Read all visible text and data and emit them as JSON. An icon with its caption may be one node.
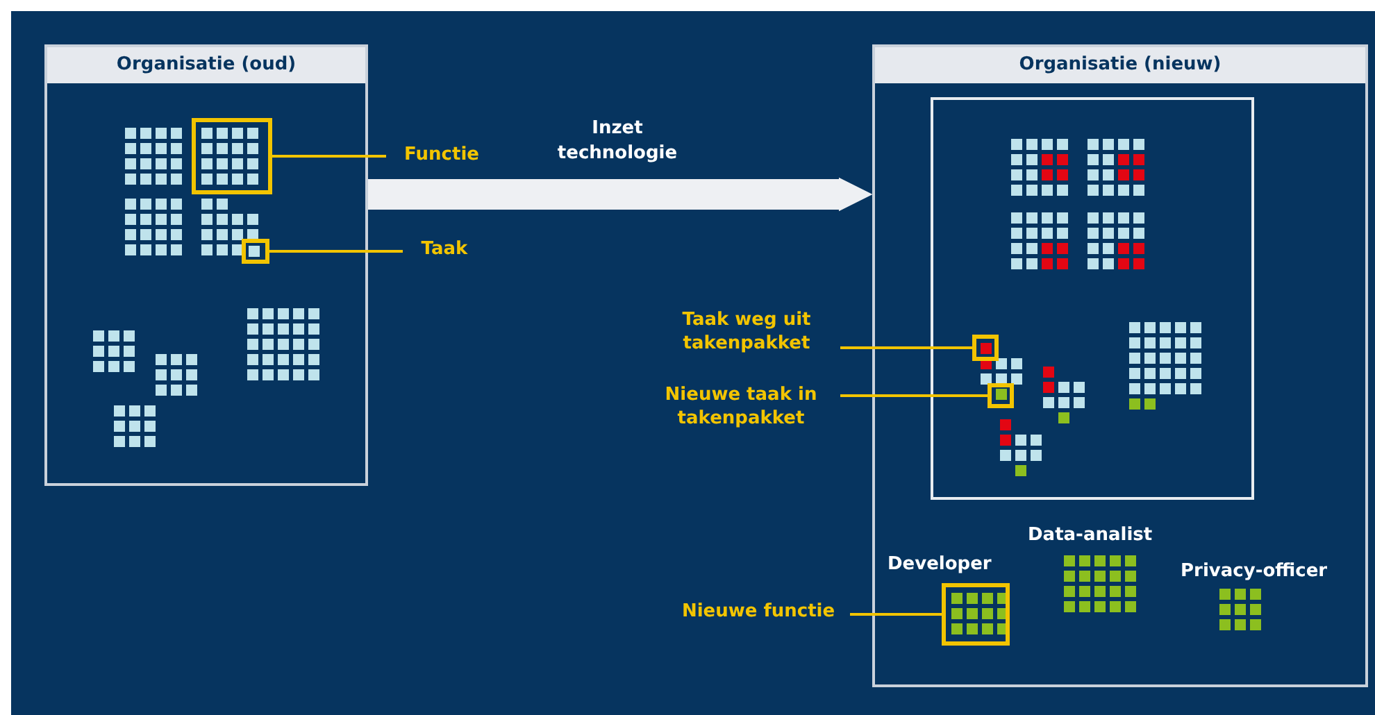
{
  "diagram": {
    "nodes": [
      {
        "text": [
          "Organisatie (oud)"
        ]
      },
      {
        "text": [],
        "shape": "box",
        "in": 0
      },
      {
        "text": [],
        "shape": "box",
        "in": 0
      },
      {
        "text": [
          "Functie"
        ]
      },
      {
        "text": [
          "Taak"
        ]
      },
      {
        "text": [
          "Organisatie (nieuw)"
        ]
      },
      {
        "text": [],
        "shape": "box",
        "in": 5
      },
      {
        "text": [],
        "shape": "box",
        "in": 6
      },
      {
        "text": [],
        "shape": "box",
        "in": 6
      },
      {
        "text": [
          "Taak weg uit takenpakket"
        ]
      },
      {
        "text": [
          "Nieuwe taak in takenpakket"
        ]
      },
      {
        "text": [
          "Developer"
        ],
        "in": 5
      },
      {
        "text": [
          "Nieuwe functie"
        ]
      }
    ],
    "edges": [
      {
        "from": 3,
        "to": 1,
        "arrow": "none"
      },
      {
        "from": 4,
        "to": 2,
        "arrow": "none"
      },
      {
        "from": 0,
        "to": 5,
        "arrow": "to",
        "label": "Inzet technologie",
        "style": "thick",
        "color": "#eef0f3"
      },
      {
        "from": 9,
        "to": 7,
        "arrow": "none"
      },
      {
        "from": 10,
        "to": 8,
        "arrow": "none"
      },
      {
        "from": 12,
        "to": 11,
        "arrow": "none"
      }
    ],
    "labels": [
      "Data-analist",
      "Privacy-officer"
    ]
  }
}
